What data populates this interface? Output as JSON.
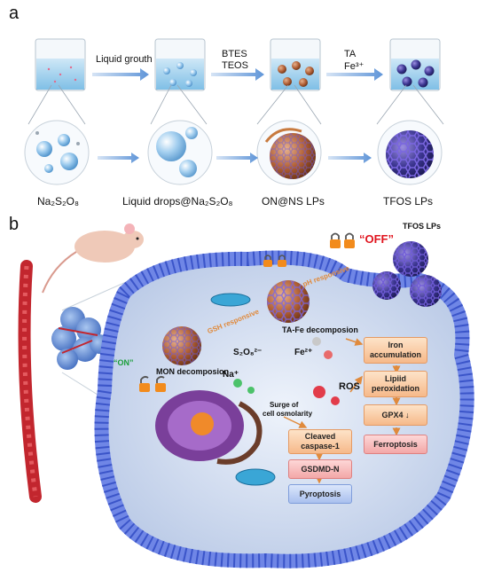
{
  "panel_a": {
    "letter": "a",
    "arrow1_label": "Liquid grouth",
    "arrow2_label_line1": "BTES",
    "arrow2_label_line2": "TEOS",
    "arrow3_label_line1": "TA",
    "arrow3_label_line2": "Fe³⁺",
    "stage_labels": [
      "Na₂S₂O₈",
      "Liquid drops@Na₂S₂O₈",
      "ON@NS LPs",
      "TFOS LPs"
    ]
  },
  "panel_b": {
    "letter": "b",
    "tfos_label": "TFOS LPs",
    "off_label": "“OFF”",
    "on_label": "“ON”",
    "ph_label": "pH responsive",
    "gsh_label": "GSH responsive",
    "ta_fe_label": "TA-Fe decomposion",
    "mon_label": "MON decomposion",
    "s2o8_label": "S₂O₈²⁻",
    "fe_label": "Fe²⁺",
    "na_label": "Na⁺",
    "ros_label": "ROS",
    "osmo_label_line1": "Surge of",
    "osmo_label_line2": "cell osmolarity",
    "right_boxes": [
      "Iron accumulation",
      "Lipiid peroxidation",
      "GPX4 ↓",
      "Ferroptosis"
    ],
    "left_boxes": [
      "Cleaved caspase-1",
      "GSDMD-N",
      "Pyroptosis"
    ]
  },
  "colors": {
    "membrane": "#6f86e6",
    "membrane_dark": "#3b55c9",
    "tfos_particle": "#2b2c7a",
    "cargo": "#8a4a2a",
    "box_orange": "#f6b98a",
    "box_pink": "#f3a7a7",
    "box_blue": "#a9c0ee",
    "off_red": "#e0141e",
    "on_green": "#1b9e3a",
    "tumor": "#5b86d6",
    "vessel": "#c2262e"
  }
}
